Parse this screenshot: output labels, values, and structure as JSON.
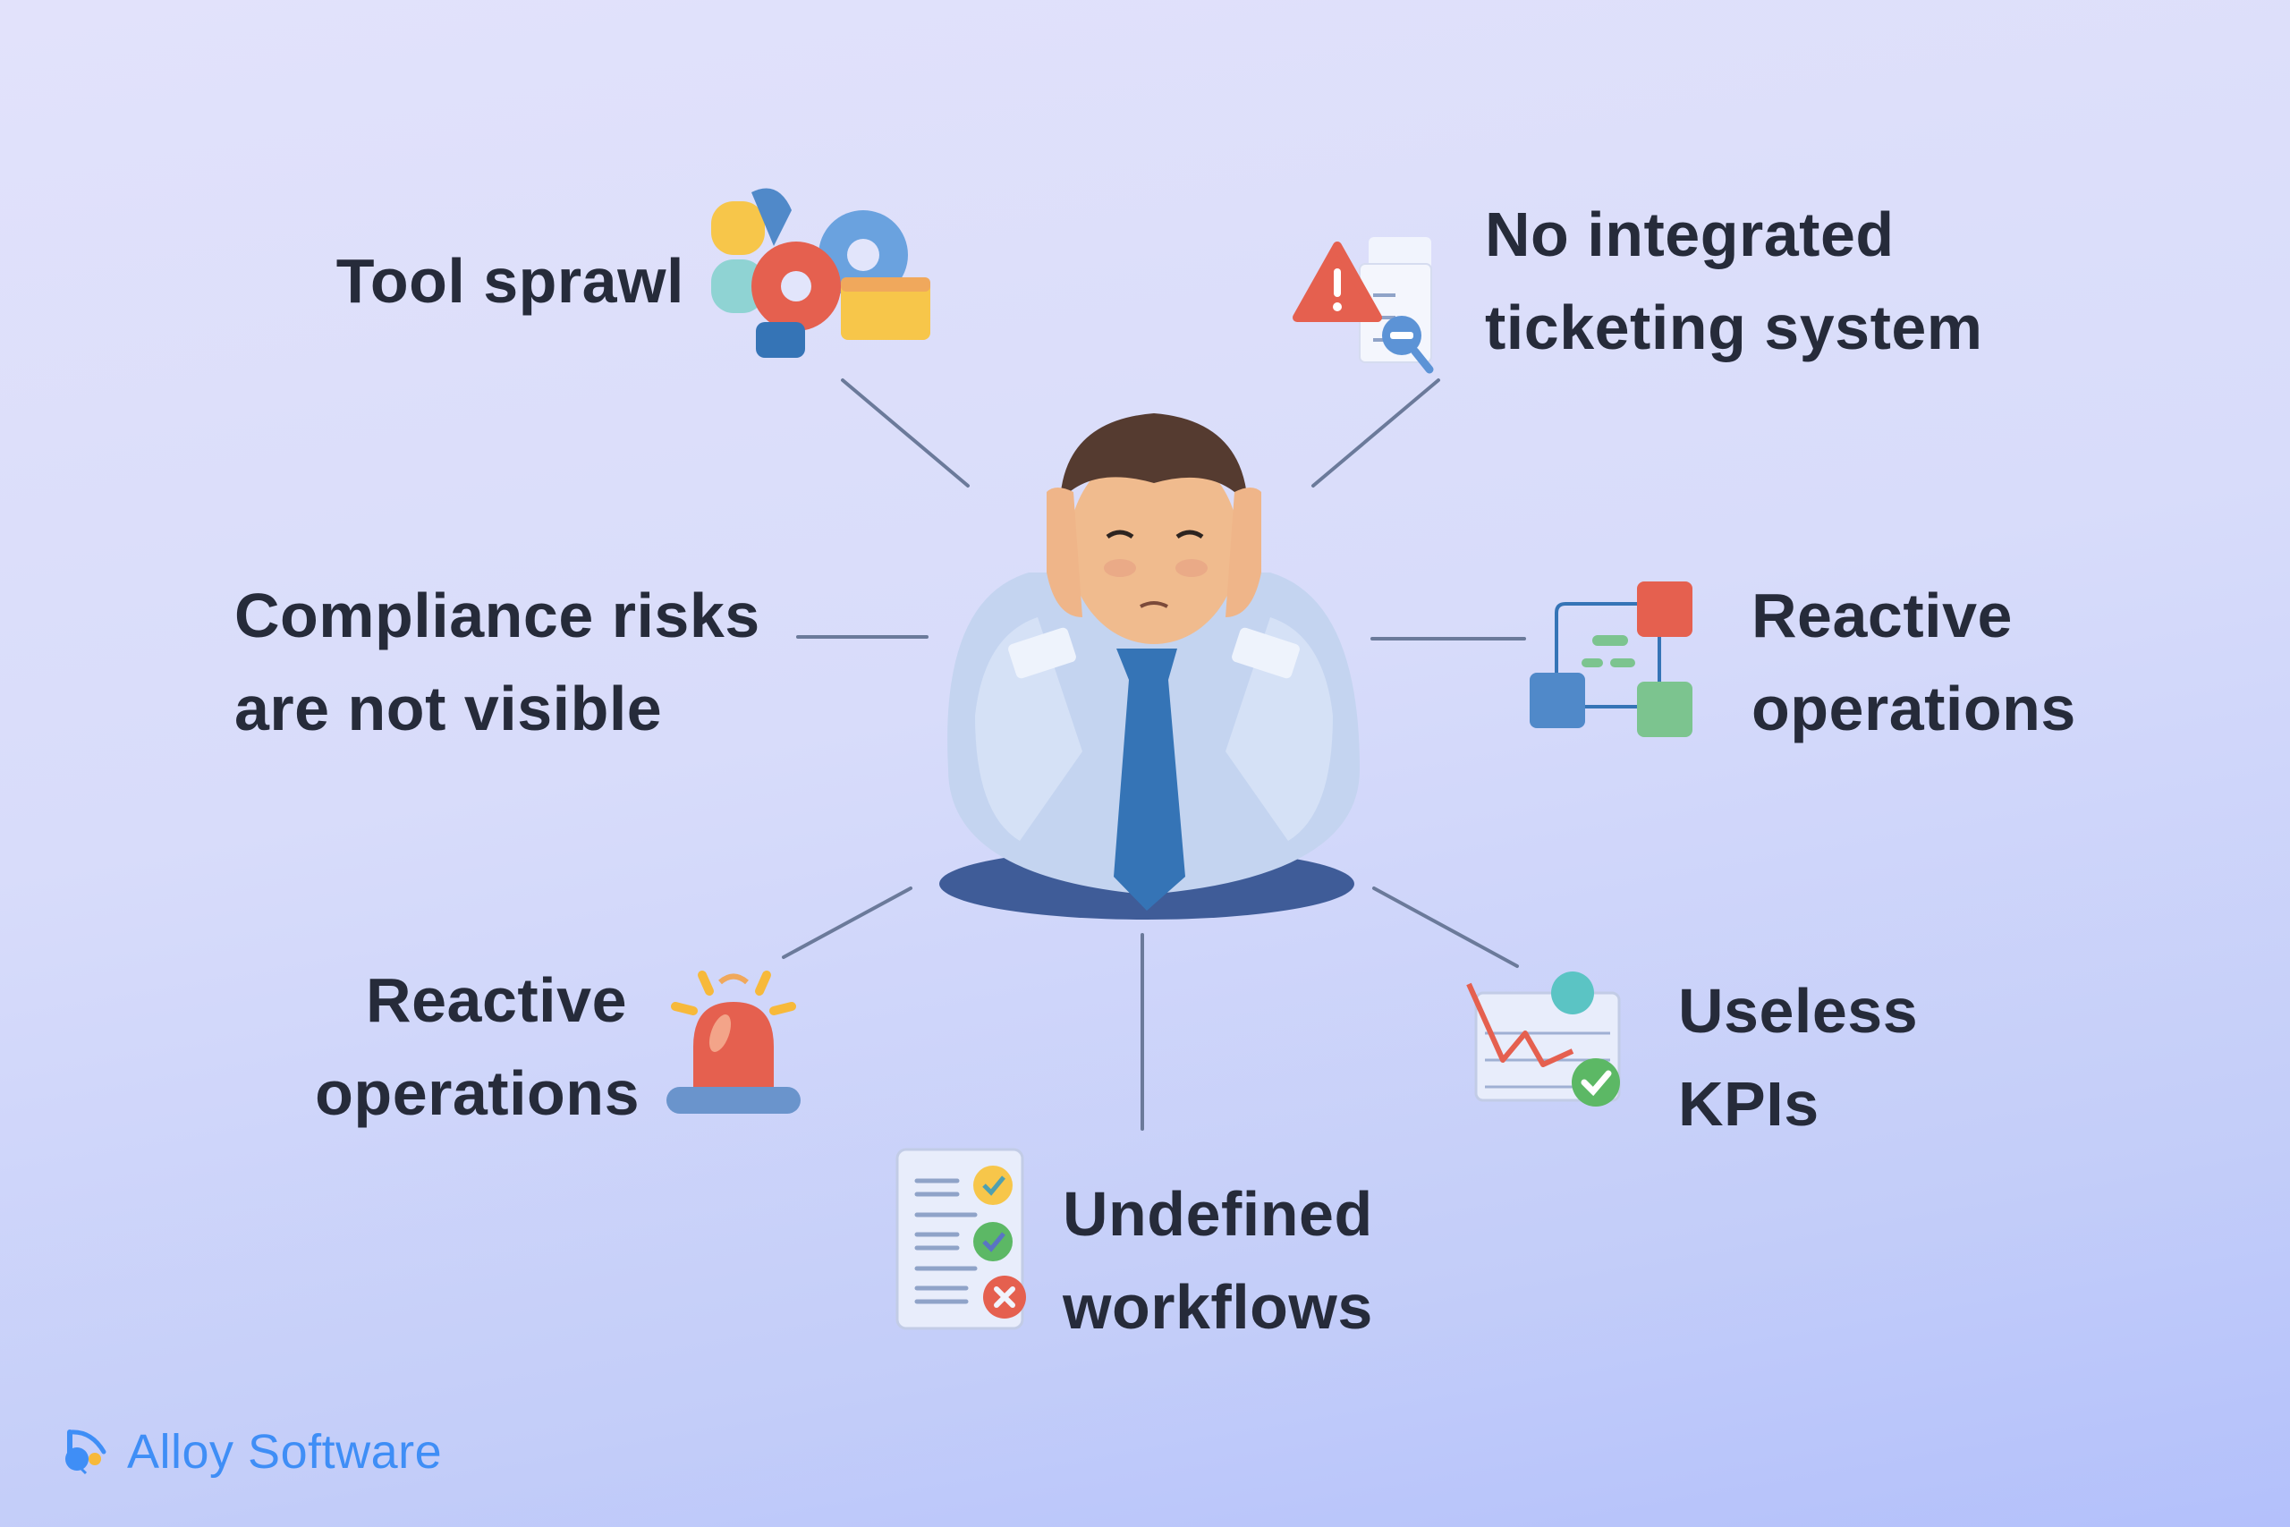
{
  "diagram": {
    "center": {
      "figure": "stressed-office-worker"
    },
    "nodes": [
      {
        "id": "tool-sprawl",
        "lines": [
          "Tool sprawl"
        ],
        "icon": "gears-tools-icon"
      },
      {
        "id": "no-ticketing",
        "lines": [
          "No integrated",
          "ticketing system"
        ],
        "icon": "warning-document-search-icon"
      },
      {
        "id": "compliance",
        "lines": [
          "Compliance risks",
          "are not visible"
        ],
        "icon": null
      },
      {
        "id": "reactive-ops-right",
        "lines": [
          "Reactive",
          "operations"
        ],
        "icon": "flowchart-icon"
      },
      {
        "id": "reactive-ops-left",
        "lines": [
          "Reactive",
          "operations"
        ],
        "icon": "alarm-siren-icon"
      },
      {
        "id": "useless-kpis",
        "lines": [
          "Useless",
          "KPIs"
        ],
        "icon": "chart-check-icon"
      },
      {
        "id": "undefined-workflows",
        "lines": [
          "Undefined",
          "workflows"
        ],
        "icon": "checklist-icon"
      }
    ]
  },
  "brand": {
    "name": "Alloy Software",
    "color": "#3f8ef6"
  },
  "colors": {
    "text": "#262b3a",
    "connector": "#6b7a9a",
    "red": "#e5604f",
    "blue": "#4f86c9",
    "green": "#7cc48f",
    "yellow": "#f7c64a",
    "teal": "#5bc4c4"
  }
}
